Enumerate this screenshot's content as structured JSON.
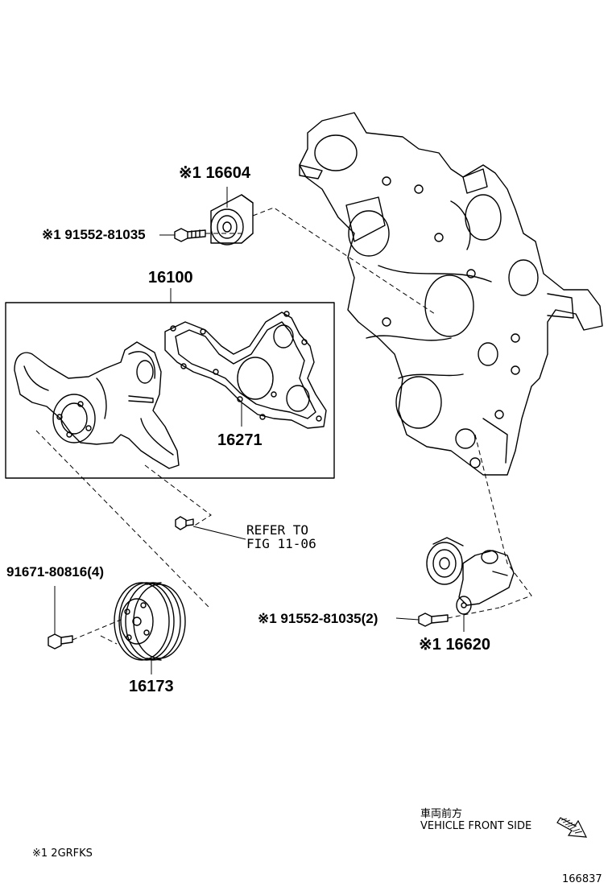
{
  "labels": {
    "part_16604": "※1 16604",
    "part_91552_top": "※1 91552-81035",
    "part_16100": "16100",
    "part_16271": "16271",
    "refer_line1": "REFER TO",
    "refer_line2": "FIG 11-06",
    "part_91671": "91671-80816(4)",
    "part_91552_bottom": "※1 91552-81035(2)",
    "part_16620": "※1 16620",
    "part_16173": "16173",
    "direction_jp": "車両前方",
    "direction_en": "VEHICLE FRONT SIDE",
    "footnote": "※1 2GRFKS",
    "figure_number": "166837"
  },
  "icons": {
    "direction_arrow": "hatched-arrow-down-right-icon"
  }
}
